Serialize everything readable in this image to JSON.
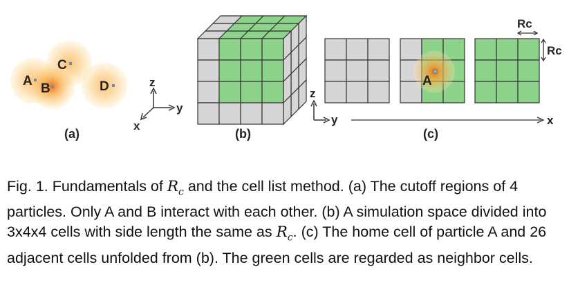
{
  "figure": {
    "panel_a": {
      "label": "(a)",
      "particles": [
        "A",
        "B",
        "C",
        "D"
      ],
      "axes": {
        "z": "z",
        "y": "y",
        "x": "x"
      }
    },
    "panel_b": {
      "label": "(b)"
    },
    "panel_c": {
      "label": "(c)",
      "home_particle": "A",
      "rc_horizontal": "Rc",
      "rc_vertical": "Rc",
      "axes": {
        "z": "z",
        "y": "y",
        "x": "x"
      }
    },
    "colors": {
      "neighbor_cell": "#8ed38b",
      "other_cell": "#d6d6d6",
      "grid_line": "#333333",
      "cutoff_glow": "#f7a23a"
    }
  },
  "caption": {
    "prefix": "Fig. 1. Fundamentals of ",
    "math_1_base": "R",
    "math_1_sub": "c",
    "part_1": " and the cell list method. (a) The cutoff regions of 4 particles. Only A and B interact with each other. (b) A simulation space divided into 3x4x4 cells with side length the same as ",
    "math_2_base": "R",
    "math_2_sub": "c",
    "part_2": ". (c) The home cell of particle A and 26 adjacent cells unfolded from (b). The green cells are regarded as neighbor cells."
  }
}
